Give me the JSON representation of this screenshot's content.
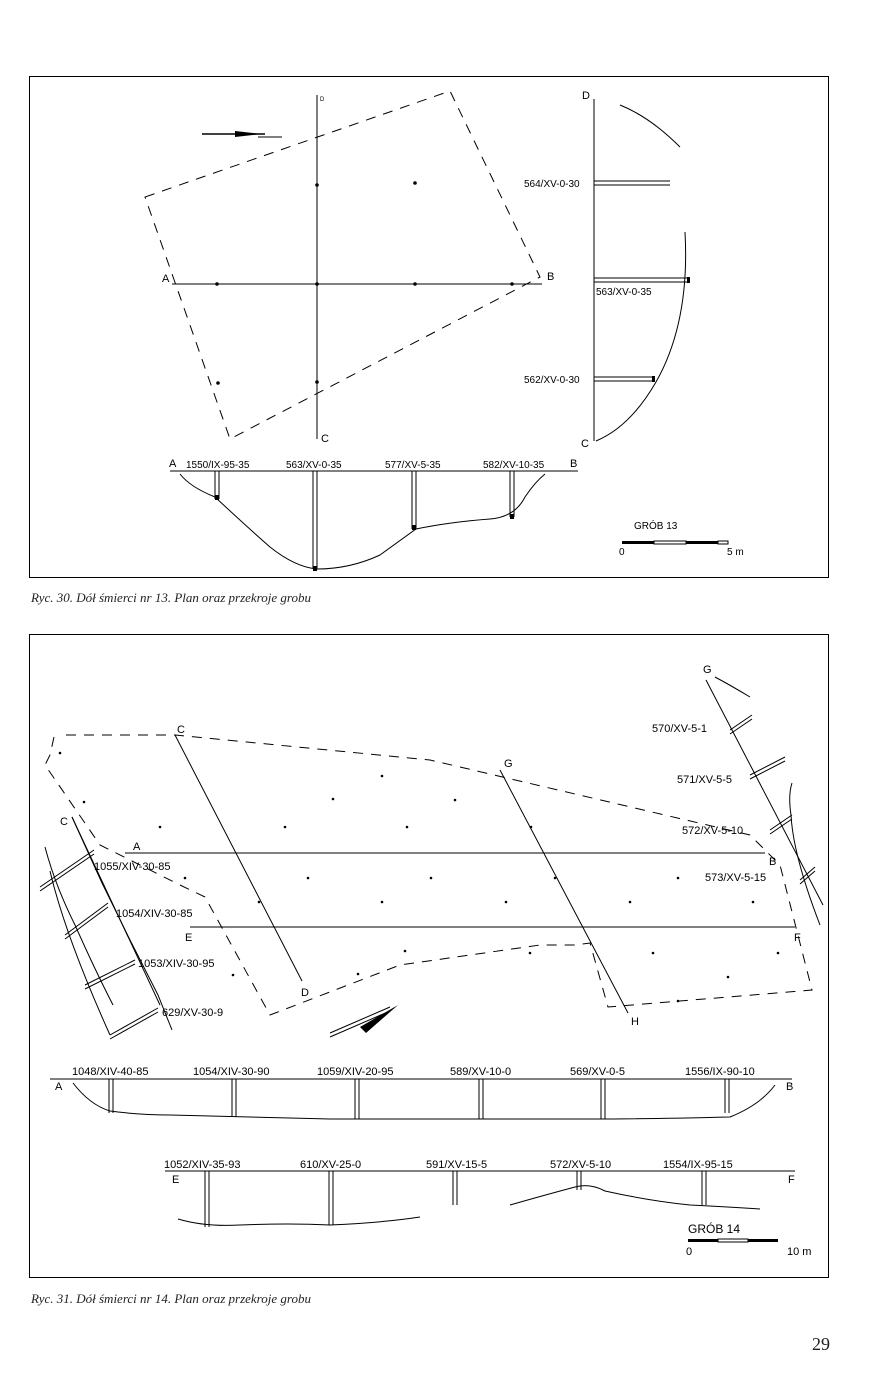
{
  "figure1": {
    "letters": {
      "A": "A",
      "B": "B",
      "C": "C",
      "D": "D"
    },
    "side_labels": [
      "564/XV-0-30",
      "563/XV-0-35",
      "562/XV-0-30"
    ],
    "section_labels": [
      "1550/IX-95-35",
      "563/XV-0-35",
      "577/XV-5-35",
      "582/XV-10-35"
    ],
    "grave": "GRÓB 13",
    "scale_start": "0",
    "scale_end": "5 m"
  },
  "figure2": {
    "letters": {
      "A": "A",
      "B": "B",
      "C": "C",
      "D": "D",
      "E": "E",
      "F": "F",
      "G": "G",
      "H": "H"
    },
    "left_labels": [
      "1055/XIV-30-85",
      "1054/XIV-30-85",
      "1053/XIV-30-95",
      "629/XV-30-9"
    ],
    "right_labels": [
      "570/XV-5-1",
      "571/XV-5-5",
      "572/XV-5-10",
      "573/XV-5-15"
    ],
    "section_ab_labels": [
      "1048/XIV-40-85",
      "1054/XIV-30-90",
      "1059/XIV-20-95",
      "589/XV-10-0",
      "569/XV-0-5",
      "1556/IX-90-10"
    ],
    "section_ef_labels": [
      "1052/XIV-35-93",
      "610/XV-25-0",
      "591/XV-15-5",
      "572/XV-5-10",
      "1554/IX-95-15"
    ],
    "grave": "GRÓB 14",
    "scale_start": "0",
    "scale_end": "10 m"
  },
  "captions": {
    "fig1": "Ryc. 30. Dół śmierci nr 13. Plan oraz przekroje grobu",
    "fig2": "Ryc. 31. Dół śmierci nr 14. Plan oraz przekroje grobu"
  },
  "page_number": "29"
}
